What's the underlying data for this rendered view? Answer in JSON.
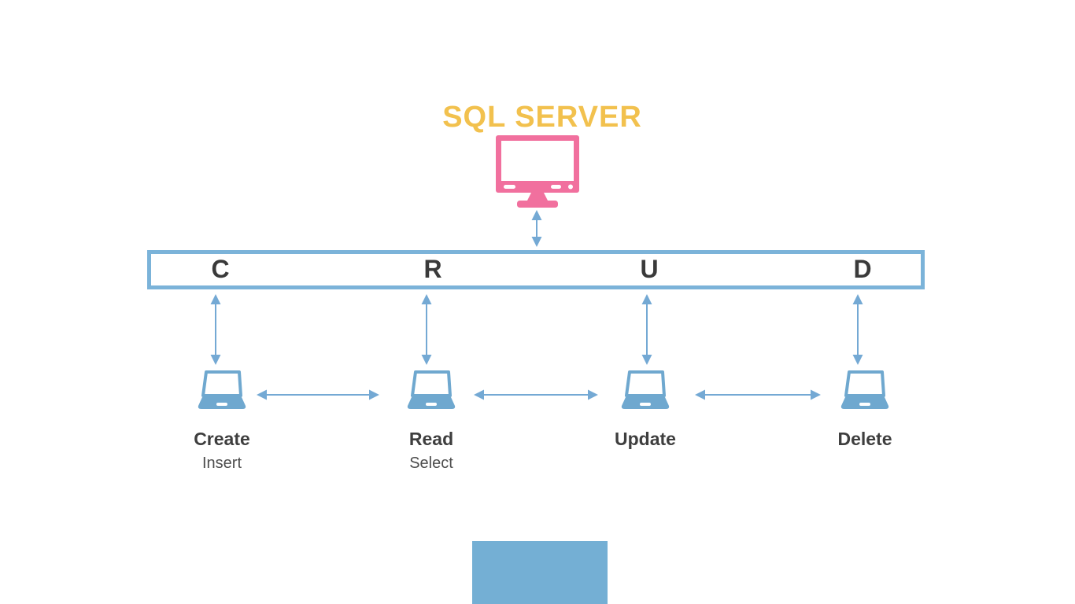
{
  "diagram": {
    "title": "SQL SERVER",
    "server": {
      "icon": "monitor-icon"
    },
    "crud_bar": {
      "letters": [
        "C",
        "R",
        "U",
        "D"
      ]
    },
    "nodes": [
      {
        "letter": "C",
        "label": "Create",
        "sublabel": "Insert",
        "icon": "laptop-icon"
      },
      {
        "letter": "R",
        "label": "Read",
        "sublabel": "Select",
        "icon": "laptop-icon"
      },
      {
        "letter": "U",
        "label": "Update",
        "sublabel": "",
        "icon": "laptop-icon"
      },
      {
        "letter": "D",
        "label": "Delete",
        "sublabel": "",
        "icon": "laptop-icon"
      }
    ],
    "colors": {
      "title_yellow": "#F2C14E",
      "server_pink": "#F1709E",
      "node_blue": "#6FA8CF",
      "bar_border_blue": "#7BB3D9",
      "arrow_blue": "#74A9D4",
      "text_dark": "#3E3E3E",
      "bottom_rect_blue": "#74AFD4"
    }
  }
}
